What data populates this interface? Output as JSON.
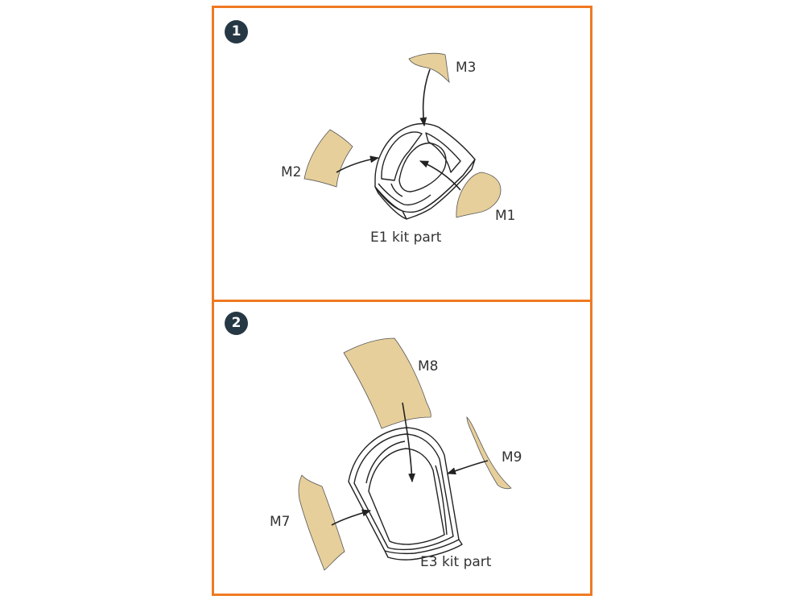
{
  "steps": [
    {
      "number": "1",
      "labels": {
        "m1": "M1",
        "m2": "M2",
        "m3": "M3",
        "kit": "E1 kit part"
      }
    },
    {
      "number": "2",
      "labels": {
        "m7": "M7",
        "m8": "M8",
        "m9": "M9",
        "kit": "E3 kit part"
      }
    }
  ],
  "colors": {
    "frame": "#ef7a22",
    "badge": "#273845",
    "mask": "#e6cf9b",
    "line": "#222222"
  }
}
